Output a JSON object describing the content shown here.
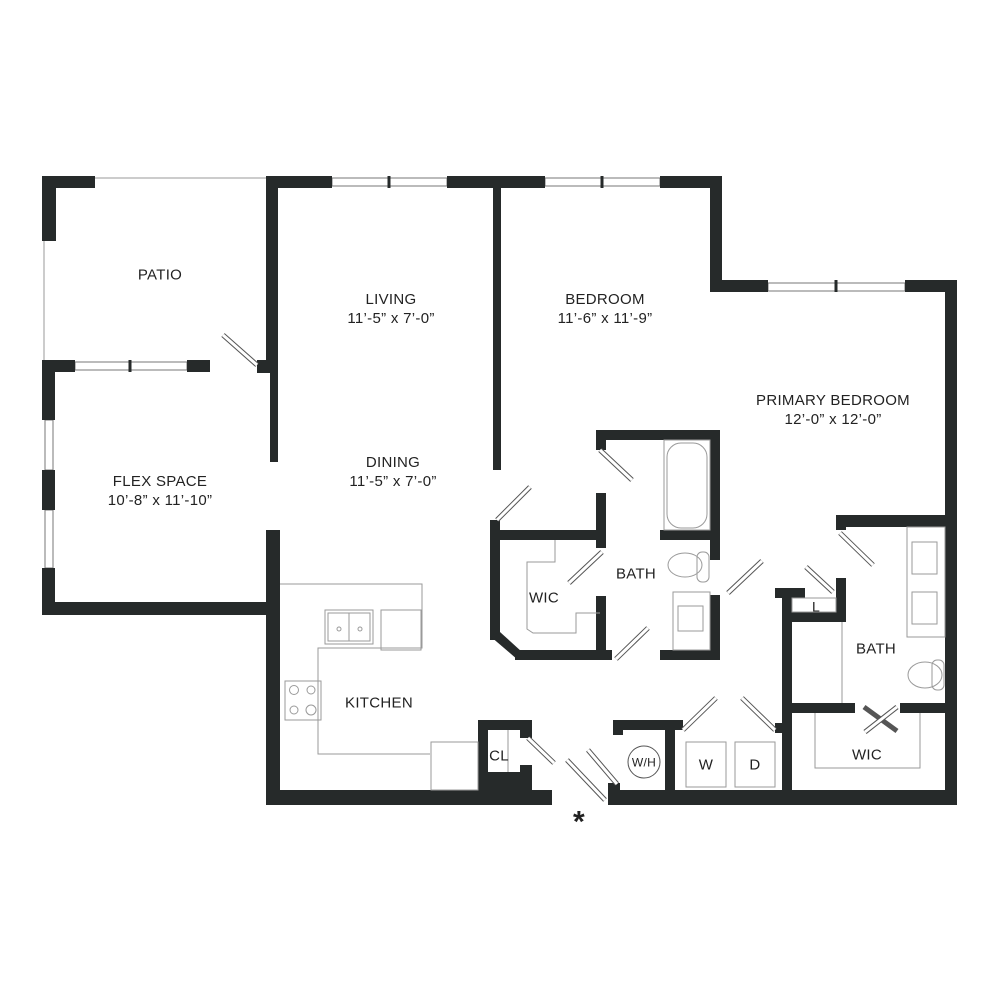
{
  "rooms": {
    "patio": {
      "name": "PATIO"
    },
    "living": {
      "name": "LIVING",
      "dims": "11’-5” x 7’-0”"
    },
    "bedroom": {
      "name": "BEDROOM",
      "dims": "11’-6” x 11’-9”"
    },
    "primary_bedroom": {
      "name": "PRIMARY BEDROOM",
      "dims": "12’-0” x 12’-0”"
    },
    "flex_space": {
      "name": "FLEX SPACE",
      "dims": "10’-8” x 11’-10”"
    },
    "dining": {
      "name": "DINING",
      "dims": "11’-5” x 7’-0”"
    },
    "kitchen": {
      "name": "KITCHEN"
    },
    "bath": {
      "name": "BATH"
    },
    "wic": {
      "name": "WIC"
    },
    "primary_bath": {
      "name": "BATH"
    },
    "primary_wic": {
      "name": "WIC"
    },
    "closet": {
      "name": "CL"
    },
    "linen": {
      "name": "L"
    },
    "water_heater": {
      "name": "W/H"
    },
    "washer": {
      "name": "W"
    },
    "dryer": {
      "name": "D"
    }
  },
  "entry_marker": "*",
  "colors": {
    "wall": "#262a2a",
    "fixture": "#9a9a9a"
  }
}
